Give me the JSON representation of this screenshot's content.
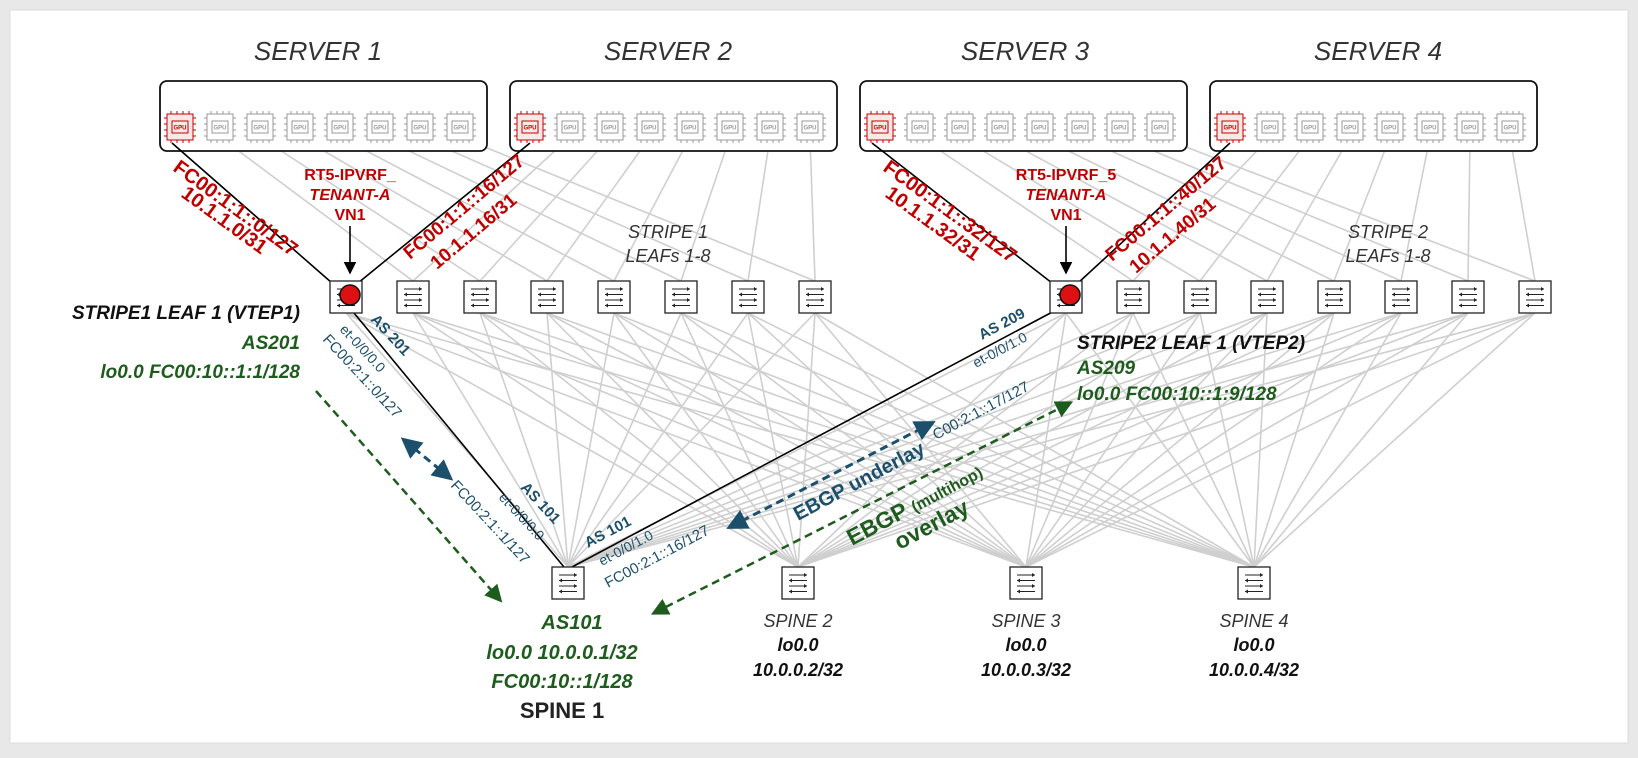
{
  "servers": [
    {
      "title": "SERVER 1"
    },
    {
      "title": "SERVER 2"
    },
    {
      "title": "SERVER 3"
    },
    {
      "title": "SERVER 4"
    }
  ],
  "gpu_chip_label": "GPU",
  "stripe1": {
    "label_line1": "STRIPE 1",
    "label_line2": "LEAFs 1-8",
    "leaf1": {
      "name": "STRIPE1 LEAF 1 (VTEP1)",
      "as": "AS201",
      "lo0": "lo0.0 FC00:10::1:1/128"
    },
    "server1_link": {
      "ipv6": "FC00:1:1::0/127",
      "ipv4": "10.1.1.0/31"
    },
    "server2_link": {
      "ipv6": "FC00:1:1::16/127",
      "ipv4": "10.1.1.16/31"
    },
    "vrf": {
      "line1": "RT5-IPVRF_",
      "line2": "TENANT-A",
      "line3": "VN1"
    },
    "uplink": {
      "as": "AS 201",
      "iface": "et-0/0/0.0",
      "ipv6": "FC00:2:1::0/127"
    }
  },
  "stripe2": {
    "label_line1": "STRIPE 2",
    "label_line2": "LEAFs 1-8",
    "leaf1": {
      "name": "STRIPE2 LEAF 1 (VTEP2)",
      "as": "AS209",
      "lo0": "lo0.0 FC00:10::1:9/128"
    },
    "server3_link": {
      "ipv6": "FC00:1:1::32/127",
      "ipv4": "10.1.1.32/31"
    },
    "server4_link": {
      "ipv6": "FC00:1:1::40/127",
      "ipv4": "10.1.1.40/31"
    },
    "vrf": {
      "line1": "RT5-IPVRF_5",
      "line2": "TENANT-A",
      "line3": "VN1"
    },
    "uplink": {
      "as": "AS 209",
      "iface": "et-0/0/1.0",
      "ipv6": "C00:2:1::17/127"
    }
  },
  "spine1": {
    "name": "SPINE  1",
    "as": "AS101",
    "lo0": "lo0.0 10.0.0.1/32",
    "lo0_v6": "FC00:10::1/128",
    "downlink1": {
      "as": "AS 101",
      "iface": "et-0/0/0.0",
      "ipv6": "FC00:2:1::1/127"
    },
    "downlink2": {
      "as": "AS 101",
      "iface": "et-0/0/1.0",
      "ipv6": "FC00:2:1::16/127"
    }
  },
  "spines": [
    {
      "name": "SPINE 2",
      "lo_label": "lo0.0",
      "lo_addr": "10.0.0.2/32"
    },
    {
      "name": "SPINE 3",
      "lo_label": "lo0.0",
      "lo_addr": "10.0.0.3/32"
    },
    {
      "name": "SPINE 4",
      "lo_label": "lo0.0",
      "lo_addr": "10.0.0.4/32"
    }
  ],
  "ebgp_underlay": "EBGP underlay",
  "ebgp_overlay": {
    "line1": "EBGP",
    "multihop": "(multihop)",
    "line2": "overlay"
  },
  "colors": {
    "red": "#c00000",
    "green": "#1e5c1e",
    "teal": "#1b4f6b",
    "gray_line": "#cccccc"
  }
}
